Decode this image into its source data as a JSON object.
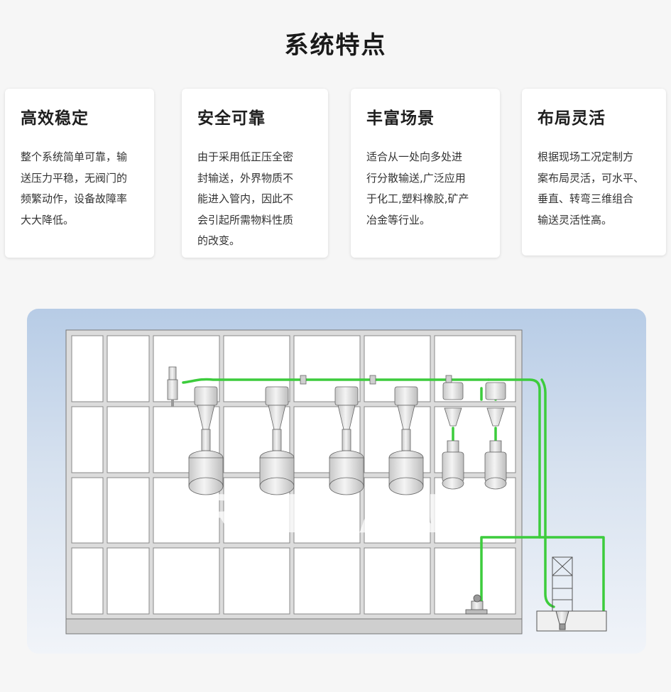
{
  "page": {
    "title": "系统特点"
  },
  "features": [
    {
      "title": "高效稳定",
      "body": "整个系统简单可靠，输\n送压力平稳，无阀门的\n频繁动作，设备故障率\n大大降低。"
    },
    {
      "title": "安全可靠",
      "body": "由于采用低正压全密\n封输送，外界物质不\n能进入管内，因此不\n会引起所需物料性质\n的改变。"
    },
    {
      "title": "丰富场景",
      "body": "适合从一处向多处进\n行分散输送,广泛应用\n于化工,塑料橡胶,矿产\n冶金等行业。"
    },
    {
      "title": "布局灵活",
      "body": "根据现场工况定制方\n案布局灵活，可水平、\n垂直、转弯三维组合\n输送灵活性高。"
    }
  ],
  "diagram": {
    "watermark": "RUITIAN",
    "colors": {
      "pipe": "#3ccc3c",
      "frame": "#d9d9d9",
      "frame_edge": "#777777",
      "vessel": "#e6e6e6"
    }
  }
}
